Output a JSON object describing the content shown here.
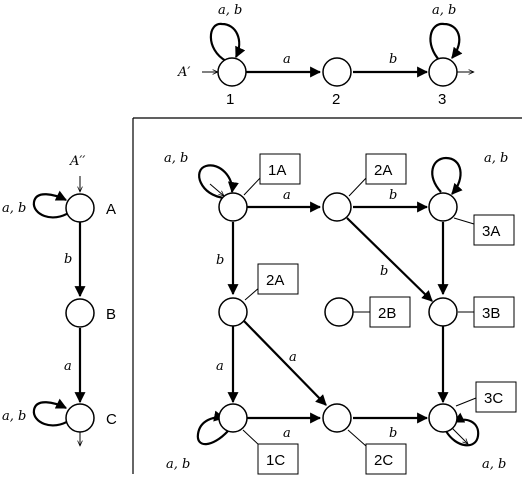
{
  "top_automaton": {
    "start_label": "A′",
    "states": [
      "1",
      "2",
      "3"
    ],
    "loop_label_1": "a, b",
    "loop_label_3": "a, b",
    "edge_1_2": "a",
    "edge_2_3": "b"
  },
  "left_automaton": {
    "start_label": "A′′",
    "states": [
      "A",
      "B",
      "C"
    ],
    "loop_label_A": "a, b",
    "loop_label_C": "a, b",
    "edge_A_B": "b",
    "edge_B_C": "a"
  },
  "product_automaton": {
    "boxes": [
      "1A",
      "2A",
      "3A",
      "2A",
      "2B",
      "3B",
      "3C",
      "1C",
      "2C"
    ],
    "loop_labels": {
      "1A": "a, b",
      "3A": "a, b",
      "1C": "a, b",
      "3C": "a, b"
    },
    "edges": {
      "1A_2A": "a",
      "2A_3A": "b",
      "1A_2A_down": "b",
      "2A_3B": "b",
      "2A_2C": "a",
      "1C_2C": "a",
      "2C_3C": "b"
    }
  }
}
